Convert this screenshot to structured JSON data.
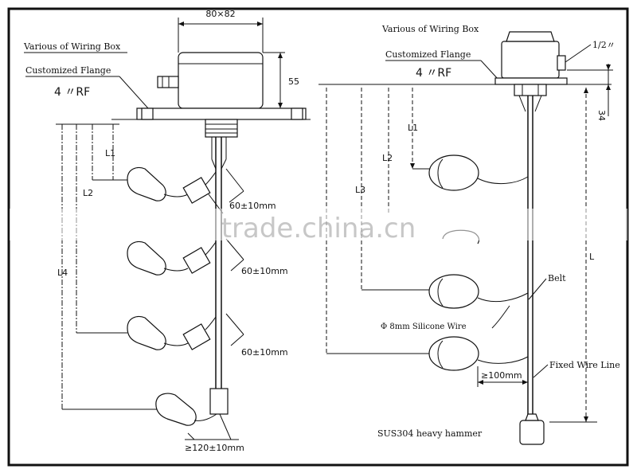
{
  "left": {
    "box_size": "80×82",
    "box_height": "55",
    "wiring_box": "Various of Wiring Box",
    "flange": "Customized Flange",
    "rf": "4 〃RF",
    "levels": [
      "L1",
      "L2",
      "L4"
    ],
    "spacing": [
      "60±10mm",
      "60±10mm",
      "60±10mm"
    ],
    "bottom": "≥120±10mm"
  },
  "right": {
    "wiring_box": "Various of Wiring Box",
    "flange": "Customized Flange",
    "rf": "4 〃RF",
    "thread": "1/2〃",
    "dim_small": "34",
    "levels": [
      "L1",
      "L2",
      "L3"
    ],
    "length": "L",
    "belt": "Belt",
    "wire": "Φ 8mm  Silicone Wire",
    "gap": "≥100mm",
    "fixed_line": "Fixed Wire Line",
    "hammer": "SUS304   heavy hammer"
  },
  "watermark": "trade.china.cn"
}
